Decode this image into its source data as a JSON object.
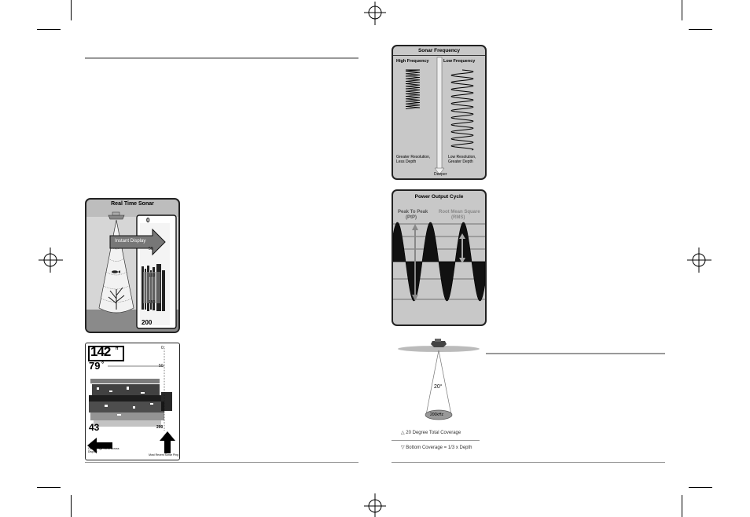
{
  "real_time_sonar": {
    "title": "Real Time Sonar",
    "instant_display": "Instant Display",
    "depth_top": "0",
    "depth_bottom": "200",
    "scale_labels": [
      "50",
      "100",
      "150"
    ]
  },
  "display_screen": {
    "depth": "142",
    "depth_unit": "ft",
    "temp": "79",
    "temp_unit": "°",
    "fish_depth": "43",
    "scale_top": "0",
    "scale_mid": "50",
    "scale_bottom": "200",
    "left_arrow_caption": "Older Pings Scroll Across Display",
    "right_arrow_caption": "Most Recent Sonar Ping"
  },
  "sonar_frequency": {
    "title": "Sonar Frequency",
    "high_label": "High Frequency",
    "low_label": "Low Frequency",
    "high_caption": "Greater Resolution, Less Depth",
    "low_caption": "Low Resolution, Greater Depth",
    "arrow_label": "Deeper"
  },
  "power_output": {
    "title": "Power Output Cycle",
    "ptp_label": "Peak To Peak",
    "ptp_abbr": "(PtP)",
    "rms_label": "Root Mean Square",
    "rms_abbr": "(RMS)"
  },
  "coverage": {
    "angle": "20°",
    "freq": "200kHz",
    "legend_1": "20 Degree Total Coverage",
    "legend_2": "Bottom Coverage = 1/3 x Depth"
  },
  "colors": {
    "panel_gray": "#c8c8c8",
    "dark": "#111111",
    "rule": "#999999"
  }
}
